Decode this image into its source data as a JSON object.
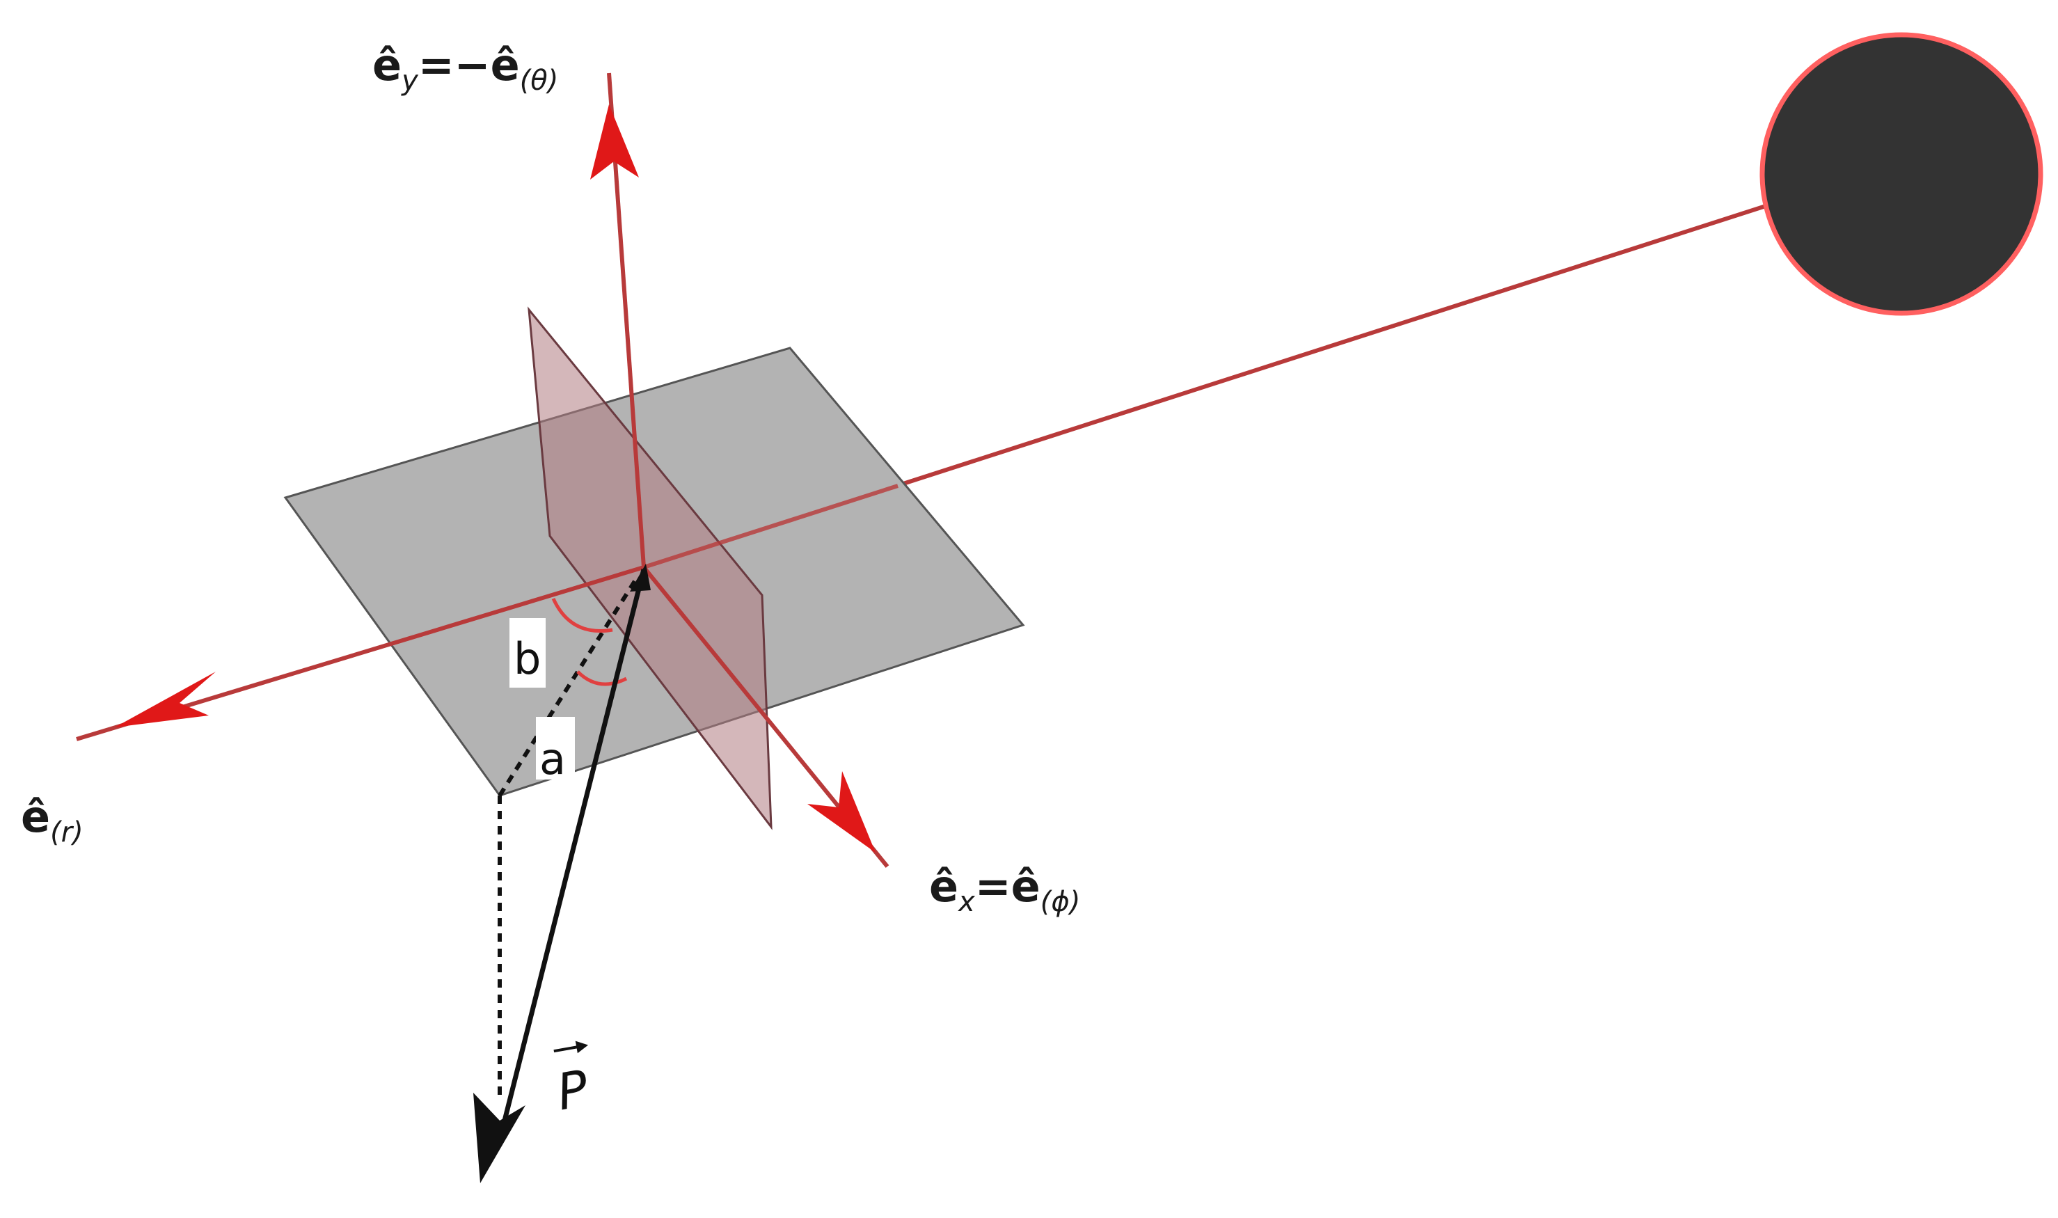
{
  "labels": {
    "ey": {
      "base": "ê",
      "sub": "y",
      "mid": "=−ê",
      "sub2": "(θ)"
    },
    "ex": {
      "base": "ê",
      "sub": "x",
      "mid": "=ê",
      "sub2": "(ϕ)"
    },
    "er": {
      "base": "ê",
      "sub2": "(r)"
    },
    "angle_b": "b",
    "angle_a": "a",
    "vector_P": "P"
  },
  "colors": {
    "axis": "#e01818",
    "axis_line": "#b83a3a",
    "horizontal_plane": "#b3b3b3",
    "vertical_plane": "#c99aa0",
    "sphere": "#333333",
    "sphere_edge": "#ff6060",
    "vector": "#111111"
  }
}
